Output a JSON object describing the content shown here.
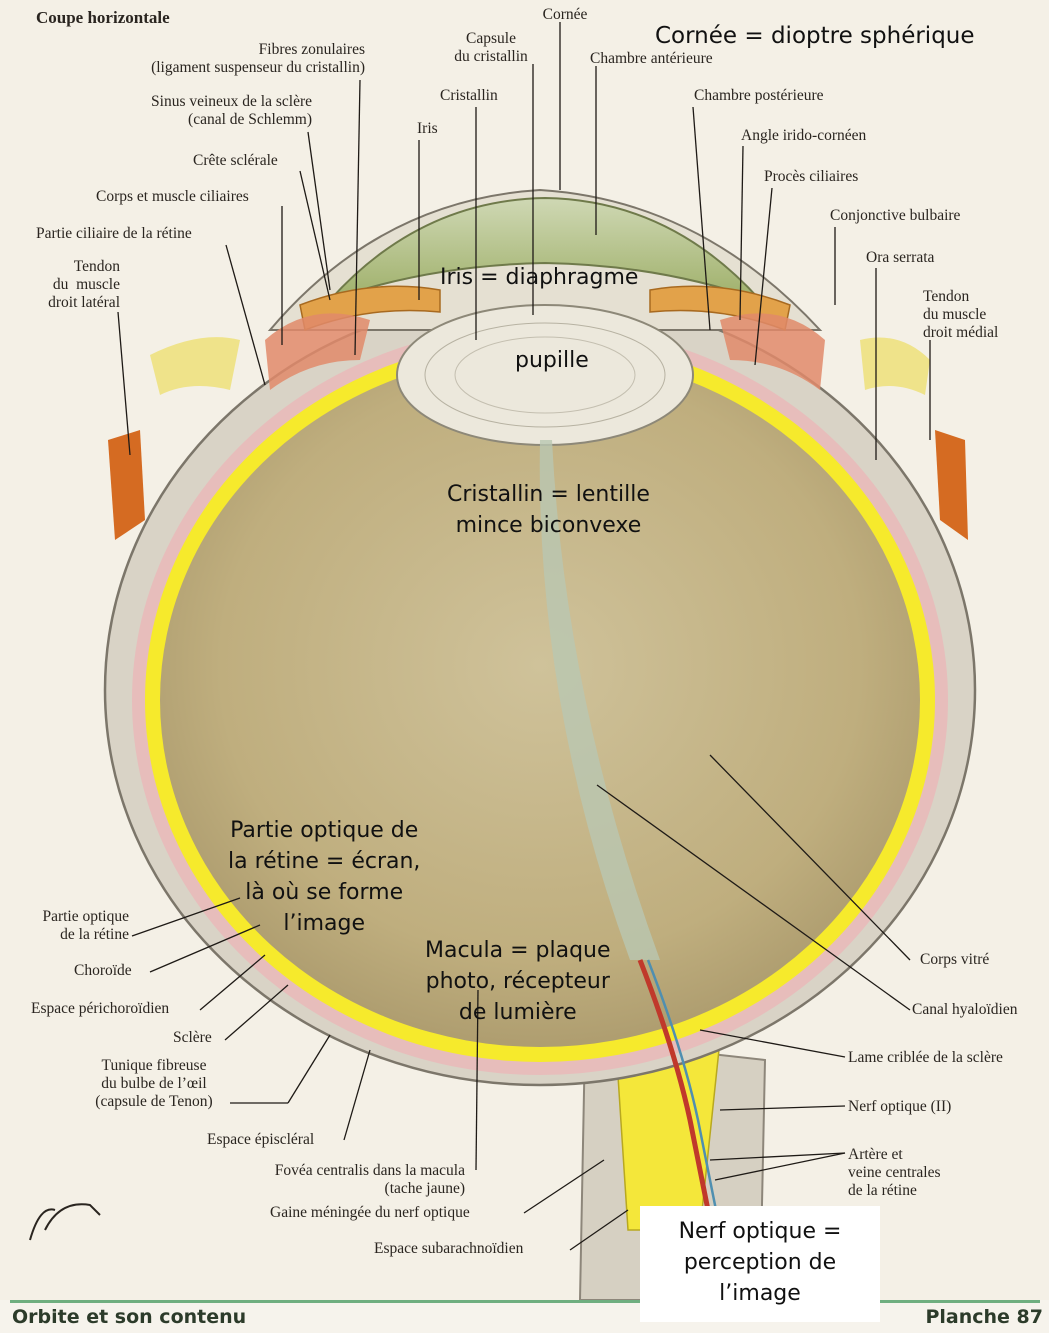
{
  "heading": "Coupe horizontale",
  "labels": {
    "cornee": "Cornée",
    "capsule": "Capsule\ndu cristallin",
    "chambre_anterieure": "Chambre antérieure",
    "fibres_zonulaires": "Fibres zonulaires\n(ligament suspenseur du cristallin)",
    "sinus_veineux": "Sinus veineux de la sclère\n(canal de Schlemm)",
    "cristallin": "Cristallin",
    "iris": "Iris",
    "chambre_posterieure": "Chambre postérieure",
    "angle": "Angle irido-cornéen",
    "crete": "Crête sclérale",
    "proces": "Procès ciliaires",
    "corps_muscle": "Corps et muscle ciliaires",
    "conjonctive": "Conjonctive bulbaire",
    "partie_ciliaire": "Partie ciliaire de la rétine",
    "ora_serrata": "Ora serrata",
    "tendon_lateral": "Tendon\ndu  muscle\ndroit latéral",
    "tendon_medial": "Tendon\ndu muscle\ndroit médial",
    "partie_optique": "Partie optique\nde la rétine",
    "choroide": "Choroïde",
    "espace_perichoroidien": "Espace périchoroïdien",
    "sclere": "Sclère",
    "tunique": "Tunique fibreuse\ndu bulbe de l’œil\n(capsule de Tenon)",
    "espace_episcleral": "Espace épiscléral",
    "fovea": "Fovéa centralis dans la macula\n(tache jaune)",
    "gaine": "Gaine méningée du nerf optique",
    "espace_subarachnoidien": "Espace subarachnoïdien",
    "corps_vitre": "Corps vitré",
    "canal_hyaloidien": "Canal hyaloïdien",
    "lame_criblee": "Lame criblée de la sclère",
    "nerf_optique": "Nerf optique (II)",
    "artere": "Artère et\nveine centrales\nde la rétine"
  },
  "annotations": {
    "cornee_dioptre": "Cornée = dioptre sphérique",
    "iris_diaphragme": "Iris = diaphragme",
    "pupille": "pupille",
    "cristallin_lentille": "Cristallin = lentille\nmince biconvexe",
    "retine_ecran": "Partie optique de\nla rétine = écran,\nlà où se forme\nl’image",
    "macula": "Macula = plaque\nphoto, récepteur\nde lumière",
    "nerf_perception": "Nerf optique =\nperception de\nl’image"
  },
  "footer": {
    "left": "Orbite et son contenu",
    "right": "Planche 87"
  },
  "colors": {
    "retina": "#f5ea2a",
    "choroid": "#e8b9b8",
    "sclera": "#d7d2c4",
    "vitreous": "#c8b889",
    "lens": "#ece7da",
    "muscle": "#d9772f",
    "conjunctiva": "#efe38a"
  }
}
